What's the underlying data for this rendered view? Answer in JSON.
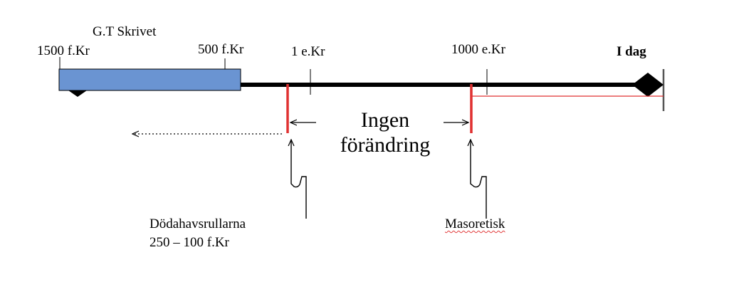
{
  "timeline": {
    "written_label": "G.T Skrivet",
    "ticks": [
      {
        "label": "1500 f.Kr"
      },
      {
        "label": "500 f.Kr"
      },
      {
        "label": "1 e.Kr"
      },
      {
        "label": "1000 e.Kr"
      },
      {
        "label": "I dag"
      }
    ]
  },
  "middle": {
    "line1": "Ingen",
    "line2": "förändring"
  },
  "scrolls": {
    "line1": "Dödahavsrullarna",
    "line2": "250 – 100 f.Kr"
  },
  "masoretic": {
    "label": "Masoretisk"
  },
  "colors": {
    "bar_fill": "#6a94d2",
    "marker_red": "#e03030",
    "axis": "#000000"
  }
}
